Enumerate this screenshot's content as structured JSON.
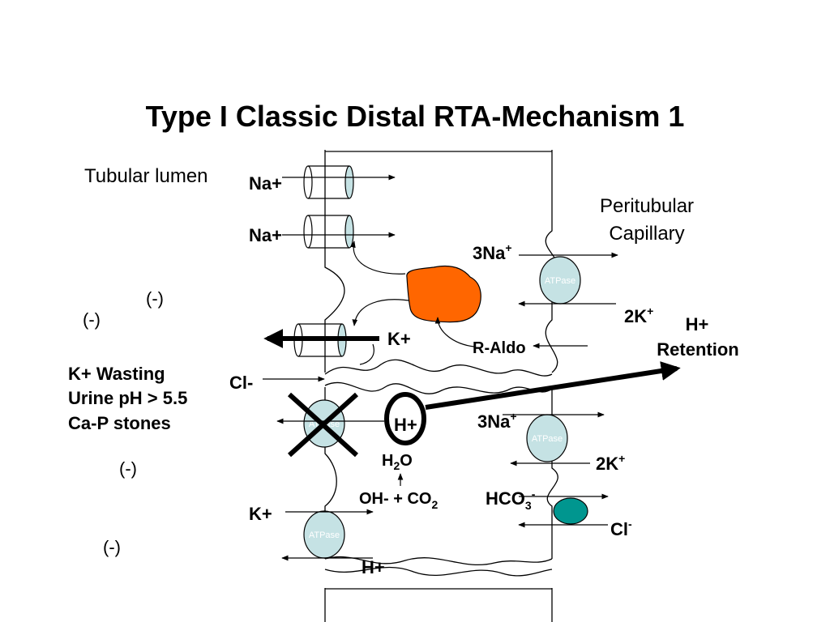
{
  "title": "Type I Classic Distal RTA-Mechanism 1",
  "regions": {
    "lumen": "Tubular lumen",
    "capillary_line1": "Peritubular",
    "capillary_line2": "Capillary"
  },
  "luminal_ions": {
    "na_top": "Na+",
    "na_second": "Na+",
    "k_channel": "K+",
    "cl_lumen": "Cl-",
    "h_pump": "H+",
    "k_lower": "K+",
    "h_lower": "H+"
  },
  "basolateral_ions": {
    "na3_top": "3Na",
    "na3_top_sup": "+",
    "k2_top": "2K",
    "k2_top_sup": "+",
    "na3_mid": "3Na",
    "na3_mid_sup": "+",
    "k2_mid": "2K",
    "k2_mid_sup": "+",
    "hco3": "HCO",
    "hco3_sub": "3",
    "hco3_sup": "-",
    "cl": "Cl",
    "cl_sup": "-"
  },
  "intracellular": {
    "h2o_main": "H",
    "h2o_sub": "2",
    "h2o_end": "O",
    "oh_co2_main": "OH- + CO",
    "oh_co2_sub": "2",
    "r_aldo": "R-Aldo"
  },
  "retention": {
    "line1": "H+",
    "line2": "Retention"
  },
  "findings": [
    "K+ Wasting",
    "Urine pH > 5.5",
    "Ca-P stones"
  ],
  "lumen_charge": "(-)",
  "pump_label": "ATPase",
  "colors": {
    "aldosterone": "#ff6600",
    "atpase": "#c5e2e4",
    "exchanger": "#00968f",
    "channel": "#c5e2e4"
  }
}
